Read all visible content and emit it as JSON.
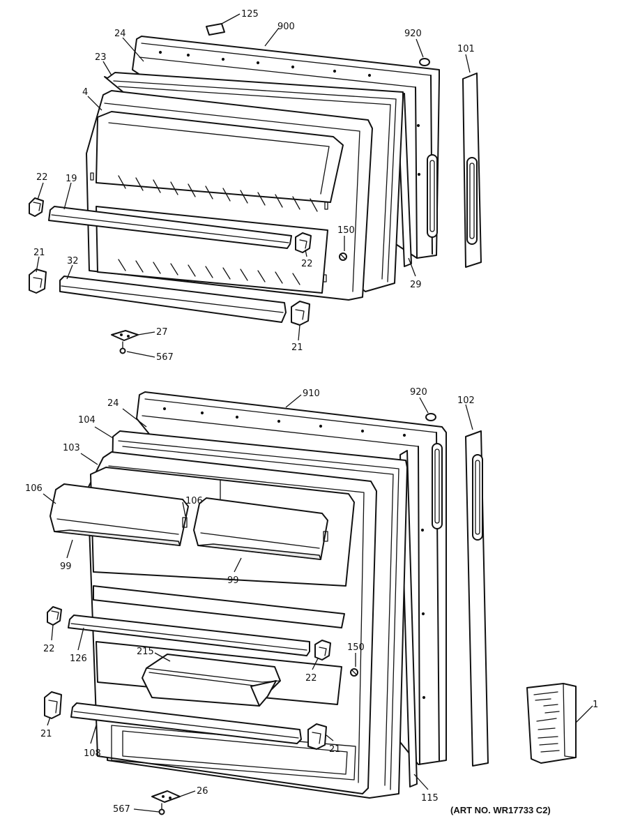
{
  "diagram": {
    "art_number": "(ART NO. WR17733 C2)",
    "labels": {
      "p125": "125",
      "p900": "900",
      "p920_top": "920",
      "p101": "101",
      "p24_top": "24",
      "p23": "23",
      "p4": "4",
      "p22_a": "22",
      "p19": "19",
      "p21_a": "21",
      "p32": "32",
      "p150_top": "150",
      "p22_b": "22",
      "p29": "29",
      "p27": "27",
      "p567_top": "567",
      "p21_b": "21",
      "p910": "910",
      "p920_bot": "920",
      "p102": "102",
      "p24_bot": "24",
      "p104": "104",
      "p103": "103",
      "p106_a": "106",
      "p106_b": "106",
      "p99_a": "99",
      "p99_b": "99",
      "p22_c": "22",
      "p126": "126",
      "p215": "215",
      "p150_bot": "150",
      "p22_d": "22",
      "p21_c": "21",
      "p108": "108",
      "p21_d": "21",
      "p115": "115",
      "p1": "1",
      "p26": "26",
      "p567_bot": "567"
    }
  }
}
